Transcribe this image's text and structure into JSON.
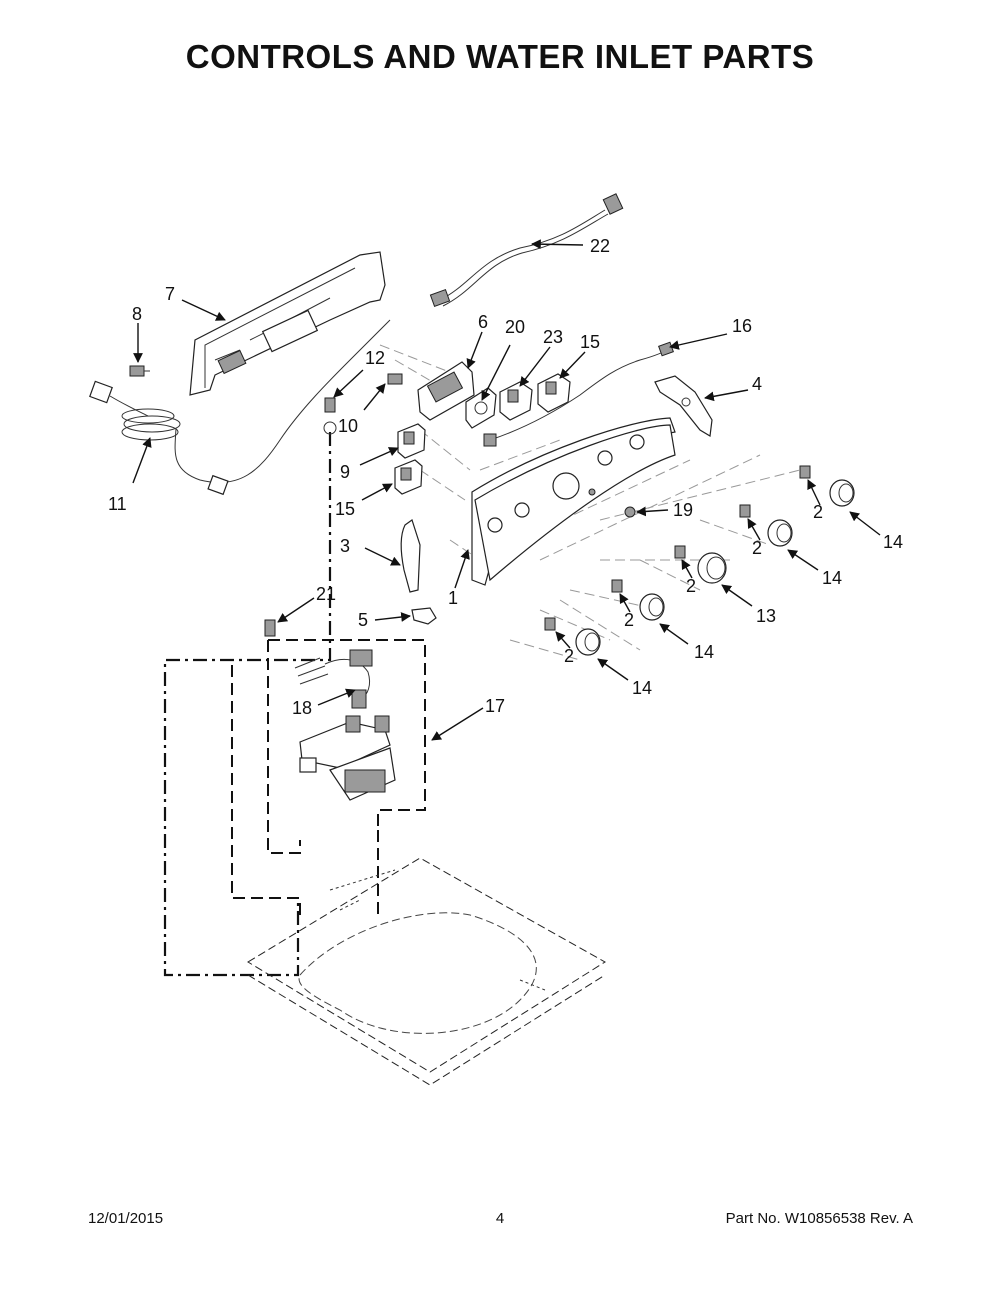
{
  "title": "CONTROLS AND WATER INLET PARTS",
  "footer": {
    "date": "12/01/2015",
    "page": "4",
    "part_number": "Part No.  W10856538  Rev.  A"
  },
  "callouts": {
    "c1": "1",
    "c2a": "2",
    "c2b": "2",
    "c2c": "2",
    "c2d": "2",
    "c2e": "2",
    "c3": "3",
    "c4": "4",
    "c5": "5",
    "c6": "6",
    "c7": "7",
    "c8": "8",
    "c9": "9",
    "c10": "10",
    "c11": "11",
    "c12": "12",
    "c13": "13",
    "c14a": "14",
    "c14b": "14",
    "c14c": "14",
    "c14d": "14",
    "c15a": "15",
    "c15b": "15",
    "c16": "16",
    "c17": "17",
    "c18": "18",
    "c19": "19",
    "c20": "20",
    "c21": "21",
    "c22": "22",
    "c23": "23"
  }
}
